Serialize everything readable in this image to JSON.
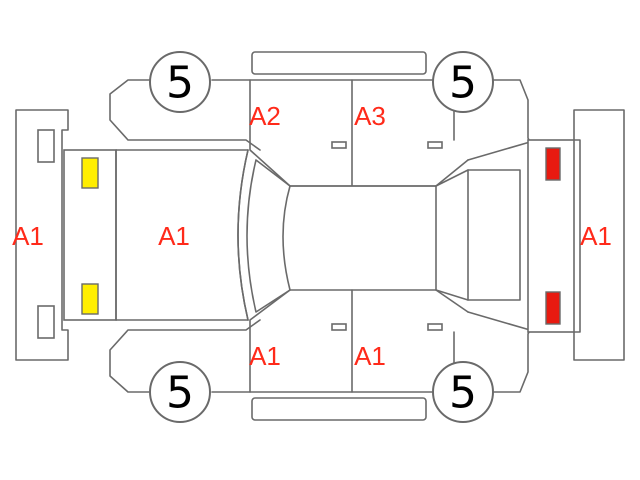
{
  "colors": {
    "outline": "#6a6a6a",
    "code_text": "#ff2a1a",
    "front_lamp": "#ffee00",
    "rear_lamp": "#e81a10"
  },
  "tires": {
    "front_left": "5",
    "rear_left": "5",
    "front_right": "5",
    "rear_right": "5"
  },
  "codes": {
    "front_bumper": "A1",
    "hood": "A1",
    "rear_bumper": "A1",
    "top_front_door": "A2",
    "top_rear_door": "A3",
    "bottom_front_door": "A1",
    "bottom_rear_door": "A1"
  }
}
